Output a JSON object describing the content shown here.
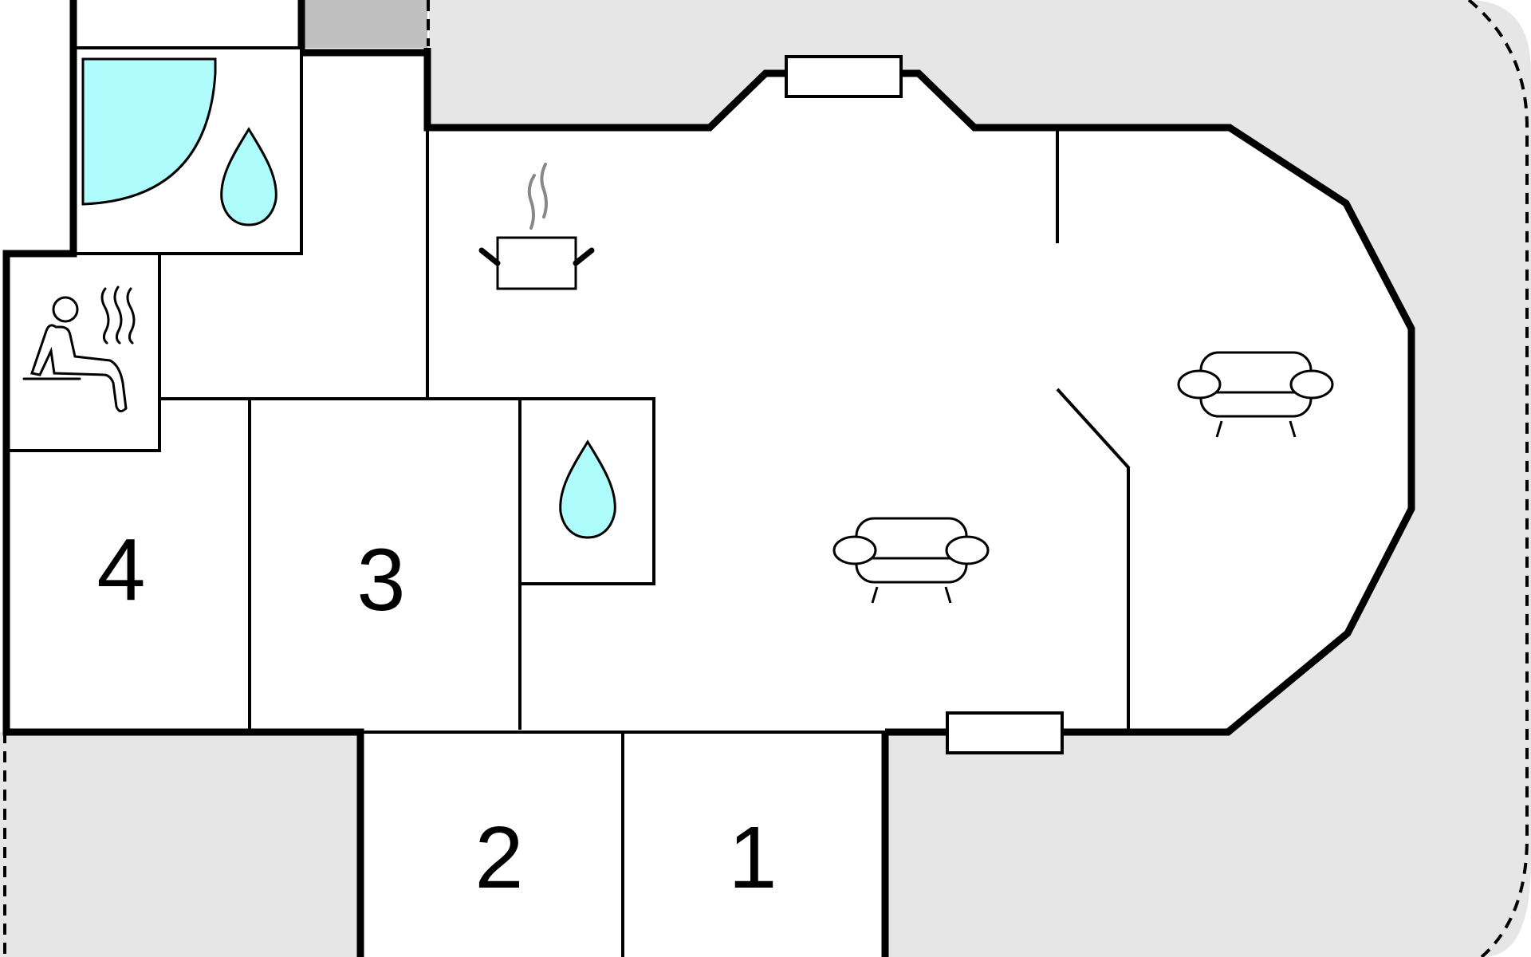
{
  "floor_plan": {
    "room_labels": [
      "4",
      "3",
      "2",
      "1"
    ],
    "colors": {
      "exterior_area": "#e6e6e6",
      "stair_block": "#c0c0c0",
      "wall": "#000000",
      "water_fill": "#aefcfc",
      "shower_fill": "#b0fcfc",
      "steam_gray": "#888888",
      "dashed_boundary": "#000000"
    },
    "icons": [
      "shower-icon",
      "water-drop-icon",
      "sauna-icon",
      "cooking-pot-icon",
      "sofa-icon"
    ]
  }
}
